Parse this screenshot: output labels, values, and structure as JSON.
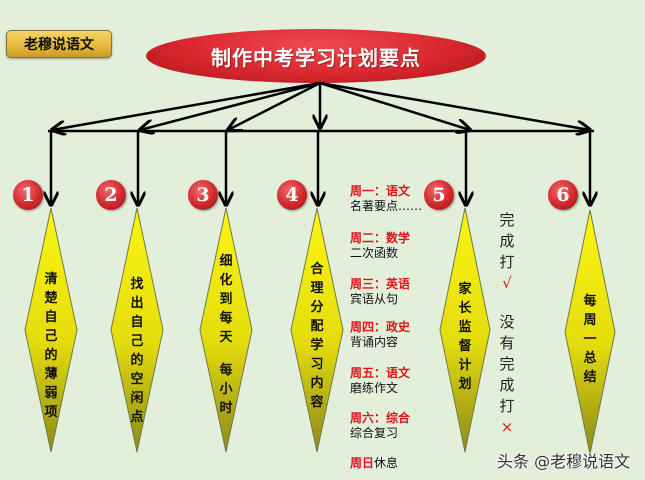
{
  "corner_badge": {
    "label": "老穆说语文"
  },
  "title": "制作中考学习计划要点",
  "steps": [
    {
      "number": "1",
      "text": "清楚自己的薄弱项"
    },
    {
      "number": "2",
      "text": "找出自己的空闲点"
    },
    {
      "number": "3",
      "text": "细化到每天",
      "text2": "每小时"
    },
    {
      "number": "4",
      "text": "合理分配学习内容"
    },
    {
      "number": "5",
      "text": "家长监督计划"
    },
    {
      "number": "6",
      "text": "每周一总结"
    }
  ],
  "schedule": [
    {
      "day": "周一：语文",
      "task": "名著要点……"
    },
    {
      "day": "周二：数学",
      "task": "二次函数"
    },
    {
      "day": "周三：英语",
      "task": "宾语从句"
    },
    {
      "day": "周四：政史",
      "task": "背诵内容"
    },
    {
      "day": "周五：语文",
      "task": "磨练作文"
    },
    {
      "day": "周六：综合",
      "task": "综合复习"
    },
    {
      "day": "周日",
      "task": "休息"
    }
  ],
  "supervision_notes": {
    "done": "完成打",
    "done_mark": "√",
    "not_done": "没有完成打",
    "not_done_mark": "×"
  },
  "watermark": "头条 @老穆说语文",
  "colors": {
    "background": "#e2efda",
    "title_red": "#d9272e",
    "diamond_yellow": "#f2ec10",
    "schedule_red": "#e0141a"
  }
}
